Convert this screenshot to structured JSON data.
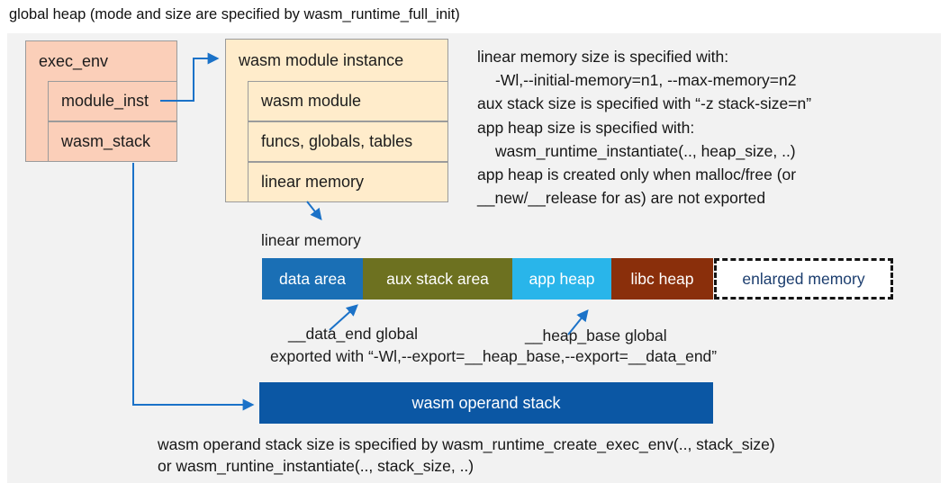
{
  "title": "global heap (mode and size are specified by wasm_runtime_full_init)",
  "exec_env": {
    "label": "exec_env",
    "children": [
      "module_inst",
      "wasm_stack"
    ]
  },
  "module_instance": {
    "label": "wasm module instance",
    "children": [
      "wasm module",
      "funcs, globals, tables",
      "linear memory"
    ]
  },
  "right_notes": [
    "linear memory size is specified with:",
    "-Wl,--initial-memory=n1, --max-memory=n2",
    "aux stack size is specified with “-z stack-size=n”",
    "app heap size is specified with:",
    "wasm_runtime_instantiate(.., heap_size, ..)",
    "app heap is created only when malloc/free (or",
    "__new/__release for as) are not exported"
  ],
  "linear_memory": {
    "label": "linear memory",
    "segments": [
      {
        "label": "data area",
        "color": "#1a6fb5"
      },
      {
        "label": "aux stack area",
        "color": "#6d7120"
      },
      {
        "label": "app heap",
        "color": "#29b5ea"
      },
      {
        "label": "libc heap",
        "color": "#8a2f0b"
      }
    ],
    "enlarged": {
      "label": "enlarged memory",
      "text_color": "#1b3d6e"
    }
  },
  "annotations": {
    "data_end": "__data_end global",
    "heap_base": "__heap_base global",
    "exported": "exported with “-Wl,--export=__heap_base,--export=__data_end”"
  },
  "operand_stack": {
    "label": "wasm operand stack",
    "note_line1": "wasm operand stack size is specified by wasm_runtime_create_exec_env(.., stack_size)",
    "note_line2": "or wasm_runtine_instantiate(.., stack_size, ..)"
  },
  "colors": {
    "panel_bg": "#f2f2f2",
    "struct_pink": "#fbcfb9",
    "struct_cream": "#ffeccb",
    "operand_blue": "#0b57a4",
    "arrow": "#1b72c8"
  }
}
